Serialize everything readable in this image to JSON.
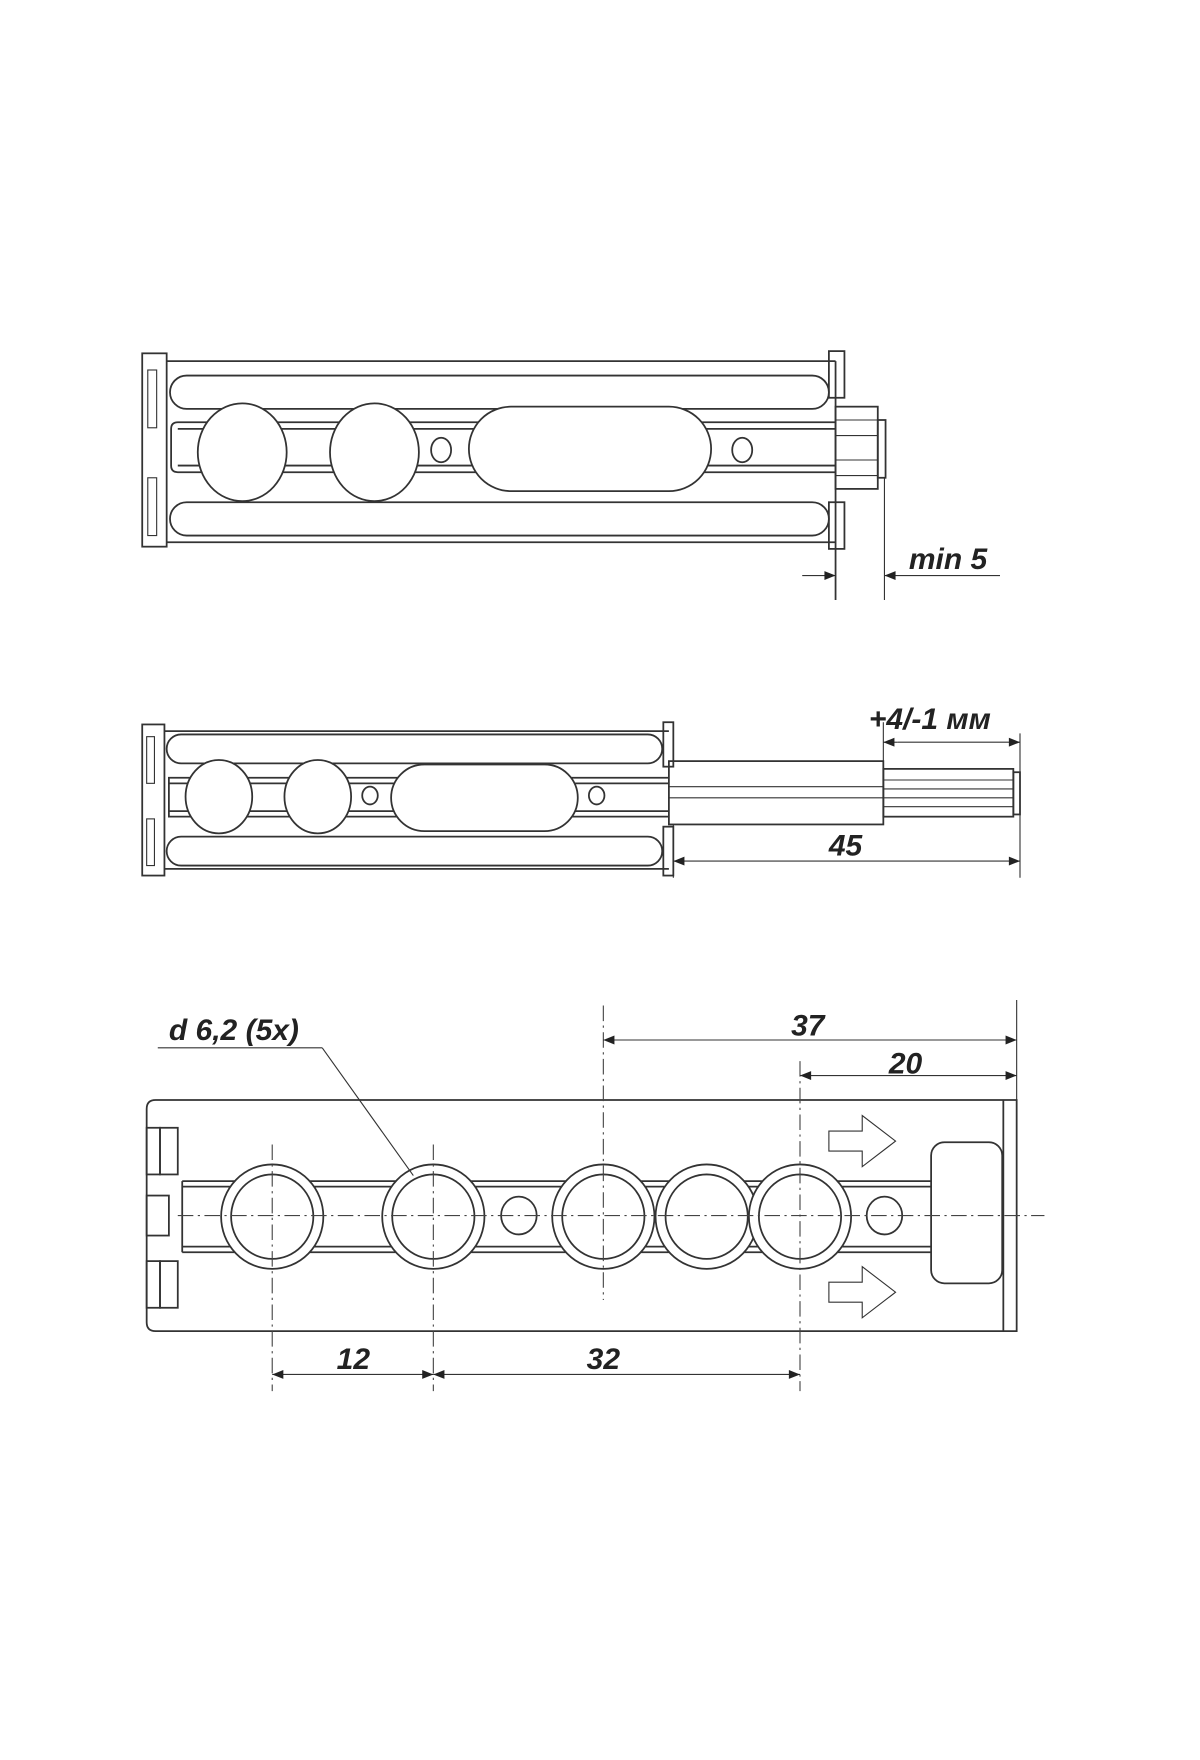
{
  "drawing": {
    "top_view": {
      "dimension_label": "min 5"
    },
    "middle_view": {
      "extension_label": "+4/-1 мм",
      "stroke_label": "45"
    },
    "bottom_view": {
      "hole_label": "d 6,2 (5x)",
      "dim_37": "37",
      "dim_20": "20",
      "dim_12": "12",
      "dim_32": "32"
    }
  }
}
